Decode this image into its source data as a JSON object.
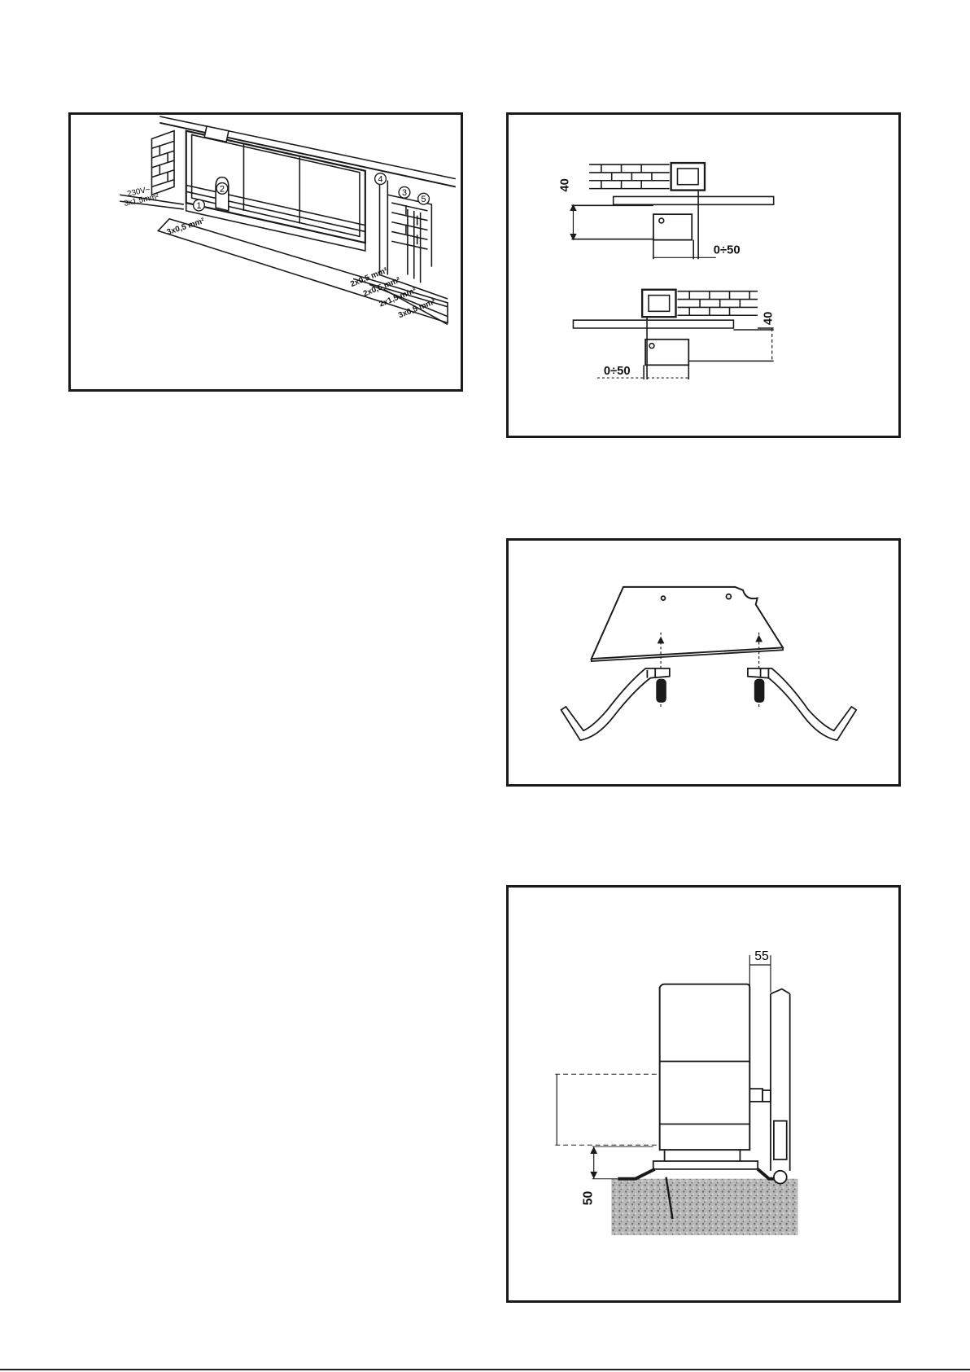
{
  "fig1": {
    "voltage": "230V~",
    "mains_cable": "3x1,5mm²",
    "cable_a": "3x0,5 mm²",
    "cable_b": "2x0,5 mm²",
    "cable_c": "2x0,5 mm²",
    "cable_d": "2x1,5 mm²",
    "cable_e": "3x0,5 mm²",
    "callout_1": "1",
    "callout_2": "2",
    "callout_3": "3",
    "callout_4": "4",
    "callout_5": "5"
  },
  "fig2": {
    "top_height": "40",
    "top_offset": "0÷50",
    "bottom_height": "40",
    "bottom_offset": "0÷50"
  },
  "fig4": {
    "gap_label": "55",
    "depth_label": "50"
  },
  "colors": {
    "ink": "#1a1a1a",
    "ground": "#9a9a9a"
  }
}
